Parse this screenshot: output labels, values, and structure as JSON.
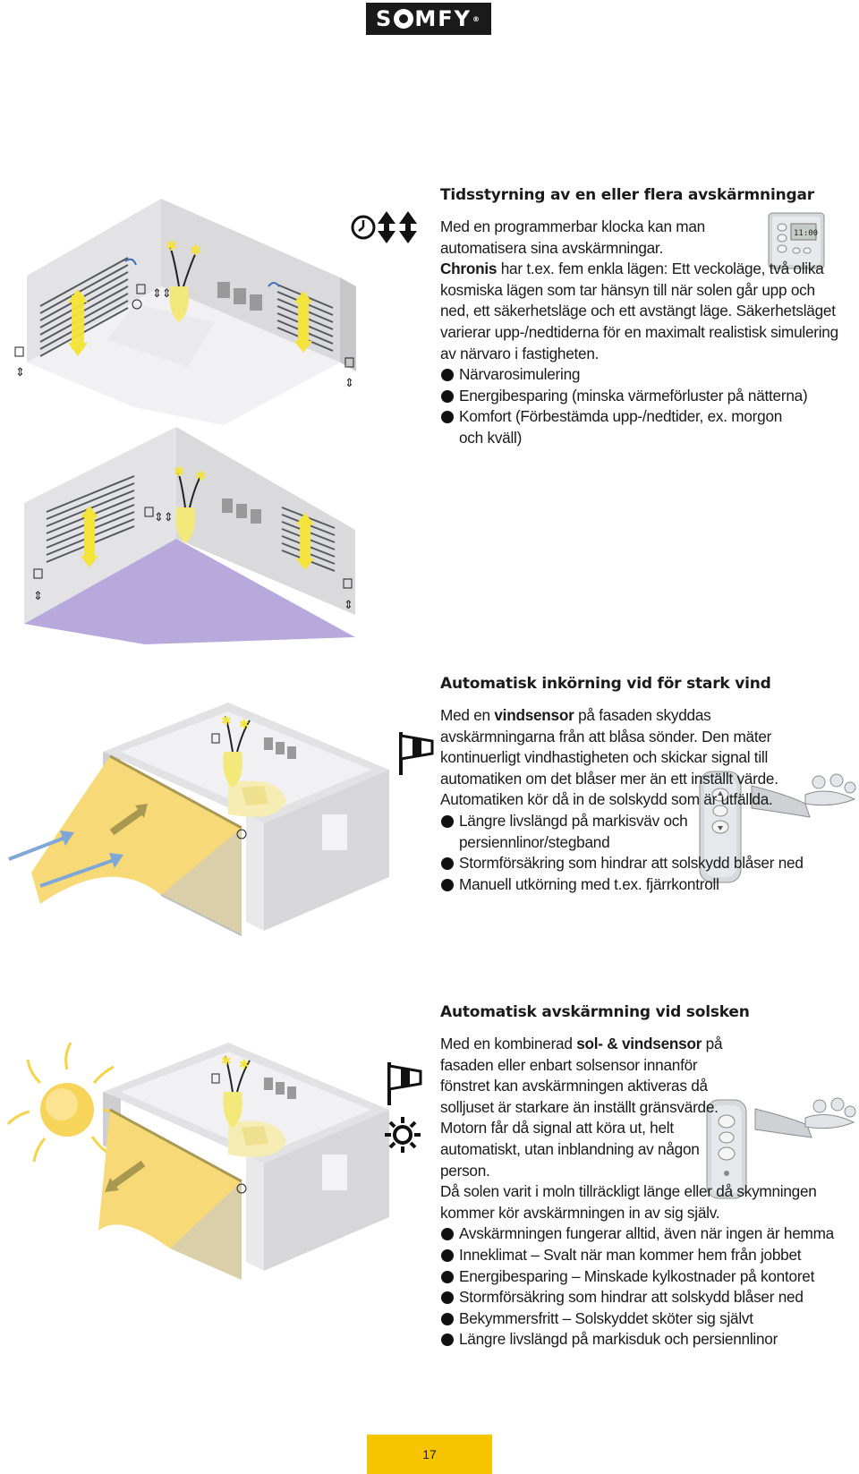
{
  "brand": {
    "logo_text": "SOMFY"
  },
  "sections": [
    {
      "title": "Tidsstyrning av en eller flera avskärmningar",
      "intro": "Med en programmerbar klocka kan man automatisera sina avskärmningar.",
      "product_name": "Chronis",
      "product_rest": " har t.ex. fem enkla lägen: Ett veckoläge, två olika kosmiska lägen som tar hänsyn till när solen går upp och ned, ett säkerhetsläge och ett avstängt läge. Säkerhetsläget varierar upp-/nedtiderna för en maximalt realistisk simulering av närvaro i fastigheten.",
      "bullets": [
        "Närvarosimulering",
        "Energibesparing (minska värmeförluster på nätterna)",
        "Komfort (Förbestämda upp-/nedtider, ex. morgon och kväll)"
      ],
      "device_display": "11:00"
    },
    {
      "title": "Automatisk inkörning vid för stark vind",
      "intro_before": "Med en ",
      "intro_bold": "vindsensor",
      "intro_after": " på fasaden skyddas avskärmningarna från att blåsa sönder. Den mäter kontinuerligt vindhastigheten och skickar signal till automatiken om det blåser mer än ett inställt värde. Automatiken kör då in de solskydd som är utfällda.",
      "bullets": [
        "Längre livslängd på markisväv och persiennlinor/stegband",
        "Stormförsäkring som hindrar att solskydd blåser ned",
        "Manuell utkörning med t.ex. fjärrkontroll"
      ]
    },
    {
      "title": "Automatisk avskärmning vid solsken",
      "intro_before": "Med en kombinerad ",
      "intro_bold": "sol- & vindsensor",
      "intro_after": " på fasaden eller enbart solsensor innanför fönstret kan avskärmningen aktiveras då solljuset är starkare än inställt gränsvärde. Motorn får då signal att köra ut, helt automatiskt, utan inblandning av någon person.",
      "intro2": "Då solen varit i moln tillräckligt länge eller då skymningen kommer kör avskärmningen in av sig själv.",
      "bullets": [
        "Avskärmningen fungerar alltid, även när ingen är hemma",
        "Inneklimat – Svalt när man kommer hem från jobbet",
        "Energibesparing – Minskade kylkostnader på kontoret",
        "Stormförsäkring som hindrar att solskydd blåser ned",
        "Bekymmersfritt – Solskyddet sköter sig självt",
        "Längre livslängd på markisduk och persiennlinor"
      ]
    }
  ],
  "page_number": "17",
  "colors": {
    "accent_yellow": "#f6c400",
    "wall_grey": "#d8d8da",
    "floor_purple": "#b3a6d9",
    "awning_yellow": "#f7d97a",
    "wind_blue": "#7fa7d8"
  }
}
